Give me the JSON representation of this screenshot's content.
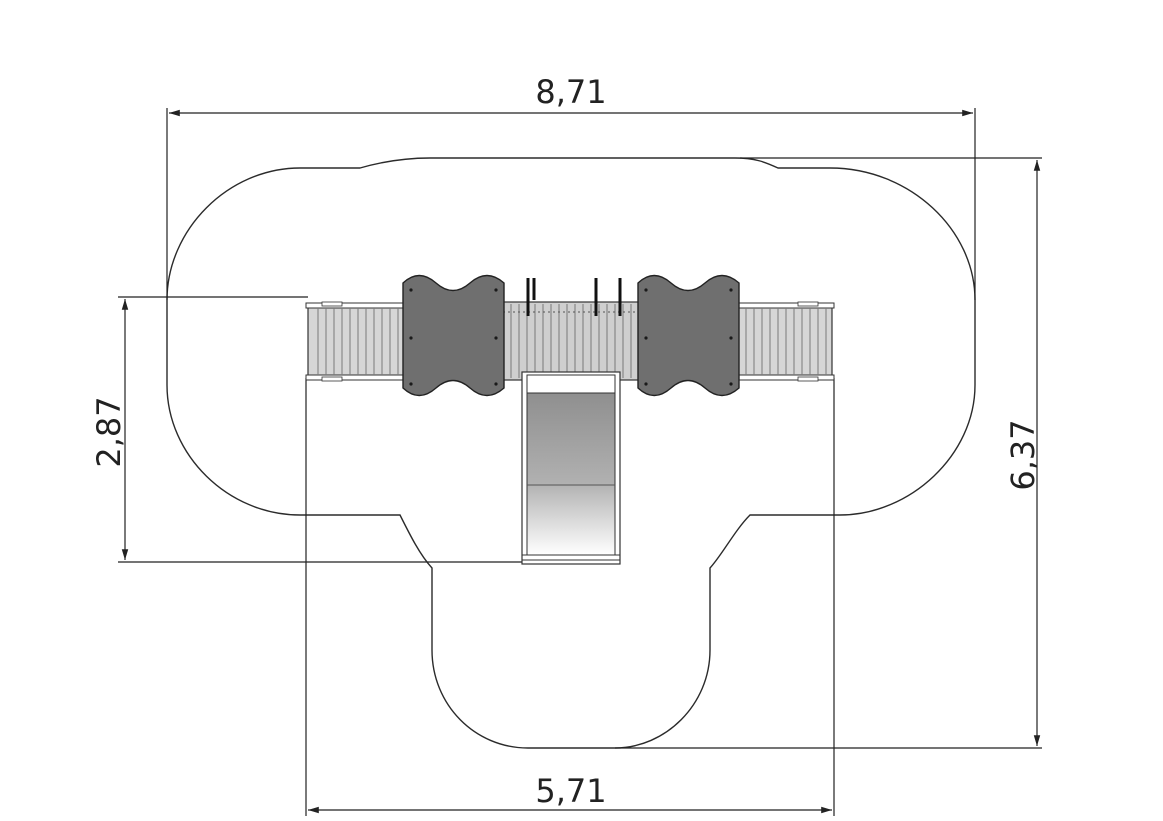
{
  "dimensions": {
    "overall_width": "8,71",
    "overall_depth": "6,37",
    "equipment_depth": "2,87",
    "base_width": "5,71"
  },
  "colors": {
    "line": "#222222",
    "tower_panel": "#6f6f6f",
    "walkway_fill": "#d6d6d6",
    "slide_light": "#b4b4b4",
    "slide_dark": "#8a8a8a"
  }
}
